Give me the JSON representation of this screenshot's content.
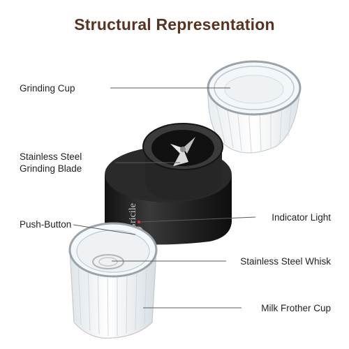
{
  "title": "Structural Representation",
  "labels": {
    "grinding_cup": "Grinding Cup",
    "blade_line1": "Stainless Steel",
    "blade_line2": "Grinding Blade",
    "push_button": "Push-Button",
    "indicator_light": "Indicator Light",
    "whisk": "Stainless Steel Whisk",
    "frother_cup": "Milk Frother Cup"
  },
  "brand_text": "Gricile",
  "colors": {
    "title": "#5a3320",
    "label_text": "#222222",
    "leader_line": "#5b5b5b",
    "body": "#1e1e1e",
    "indicator": "#e03a2e"
  }
}
